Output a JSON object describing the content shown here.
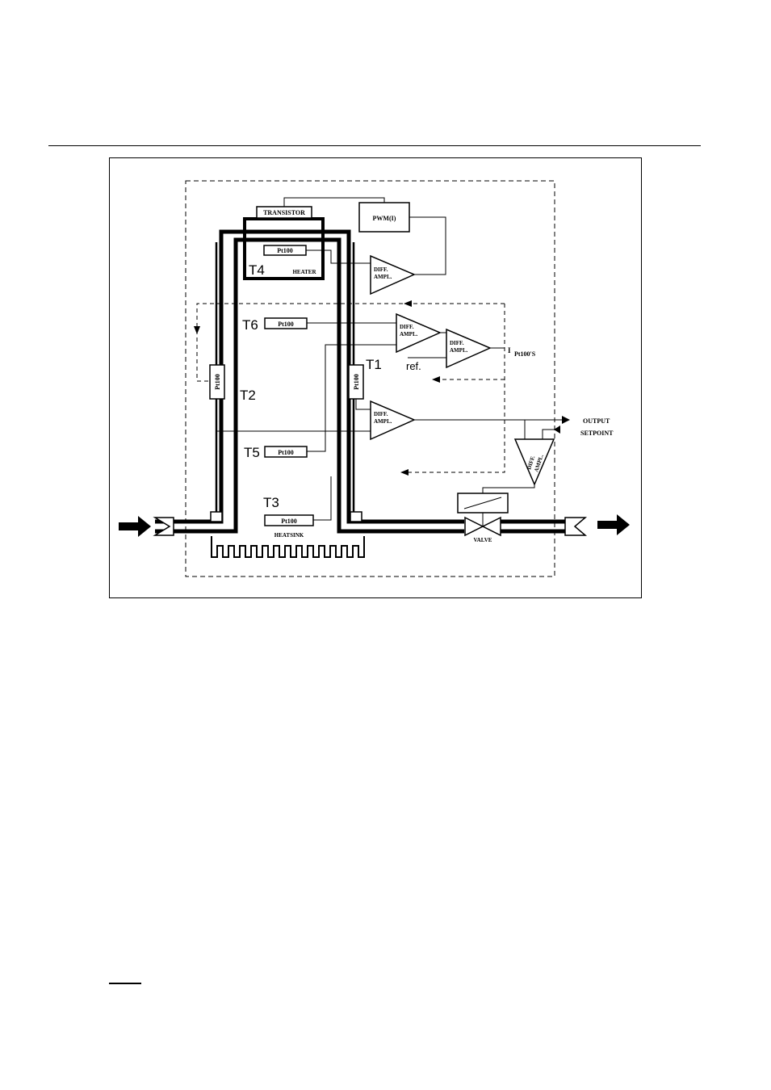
{
  "labels": {
    "transistor": "TRANSISTOR",
    "pwm": "PWM(I)",
    "heater": "HEATER",
    "heatsink": "HEATSINK",
    "valve": "VALVE",
    "output": "OUTPUT",
    "setpoint": "SETPOINT",
    "ref": "ref.",
    "current": "I",
    "current_sub": "Pt100'S",
    "pt100": "Pt100"
  },
  "sensors": {
    "t1": "T1",
    "t2": "T2",
    "t3": "T3",
    "t4": "T4",
    "t5": "T5",
    "t6": "T6"
  },
  "amp": {
    "line1": "DIFF.",
    "line2": "AMPL."
  }
}
